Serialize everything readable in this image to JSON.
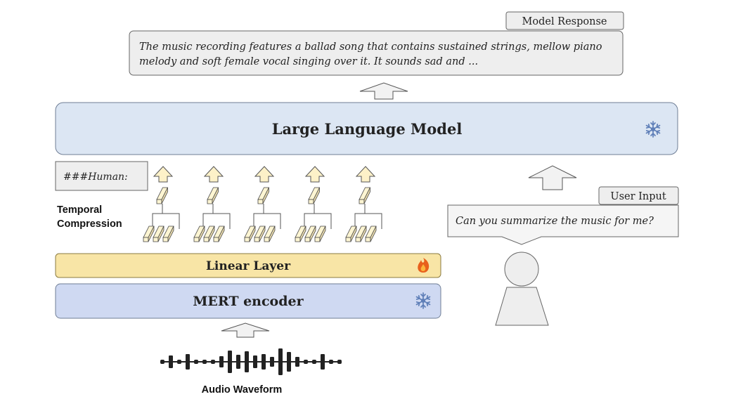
{
  "model_response": {
    "label": "Model Response",
    "line1": "The music recording features a ballad song that contains sustained strings, mellow piano",
    "line2": "melody and soft female vocal singing over it. It sounds sad and ..."
  },
  "llm": {
    "label": "Large Language Model",
    "icon": "snowflake-icon",
    "state": "frozen"
  },
  "human_prompt": "###Human:",
  "temporal_compression": {
    "line1": "Temporal",
    "line2": "Compression",
    "token_groups": 5
  },
  "linear_layer": {
    "label": "Linear Layer",
    "icon": "flame-icon",
    "state": "trainable"
  },
  "mert_encoder": {
    "label": "MERT encoder",
    "icon": "snowflake-icon",
    "state": "frozen"
  },
  "audio": {
    "label": "Audio Waveform"
  },
  "user_input": {
    "label": "User Input",
    "text": "Can you summarize the music for me?"
  },
  "colors": {
    "llm_fill": "#dce6f3",
    "linear_fill": "#f8e5a6",
    "mert_fill": "#cfd9f2",
    "token_fill": "#fdf5d2",
    "arrow_token_fill": "#fdf1c8",
    "box_fill": "#eeeeee",
    "snowflake": "#5f7fb8",
    "flame": "#e8601c"
  }
}
